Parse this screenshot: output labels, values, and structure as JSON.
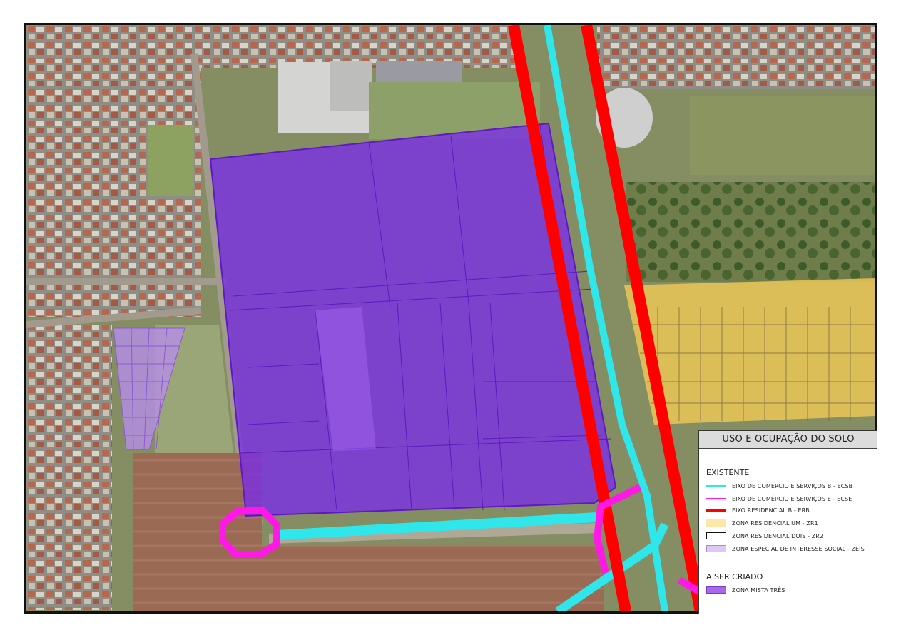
{
  "legend": {
    "title": "USO E OCUPAÇÃO DO SOLO",
    "existing_heading": "EXISTENTE",
    "to_create_heading": "A SER CRIADO",
    "items": [
      {
        "label": "EIXO DE COMÉRCIO E SERVIÇOS B - ECSB",
        "color": "#2fe6ea",
        "style": "line"
      },
      {
        "label": "EIXO DE COMÉRCIO E SERVIÇOS E - ECSE",
        "color": "#ff18e6",
        "style": "line"
      },
      {
        "label": "EIXO RESIDENCIAL B - ERB",
        "color": "#ff0000",
        "style": "thick-line"
      },
      {
        "label": "ZONA RESIDENCIAL UM - ZR1",
        "color": "#fde6a8",
        "style": "fill"
      },
      {
        "label": "ZONA RESIDENCIAL DOIS - ZR2",
        "color": "#ffffff",
        "style": "outline"
      },
      {
        "label": "ZONA ESPECIAL DE INTERESSE SOCIAL - ZEIS",
        "color": "#dcc8f2",
        "style": "fill"
      }
    ],
    "new_items": [
      {
        "label": "ZONA MISTA TRÊS",
        "color": "#a66ae8",
        "style": "fill"
      }
    ]
  },
  "colors": {
    "zona_mista_tres": "#7a2de8",
    "zeis": "#b98cf0",
    "zr1": "#f5cc55",
    "ecsb": "#2fe6ea",
    "ecse": "#ff18e6",
    "erb": "#ff0000"
  }
}
